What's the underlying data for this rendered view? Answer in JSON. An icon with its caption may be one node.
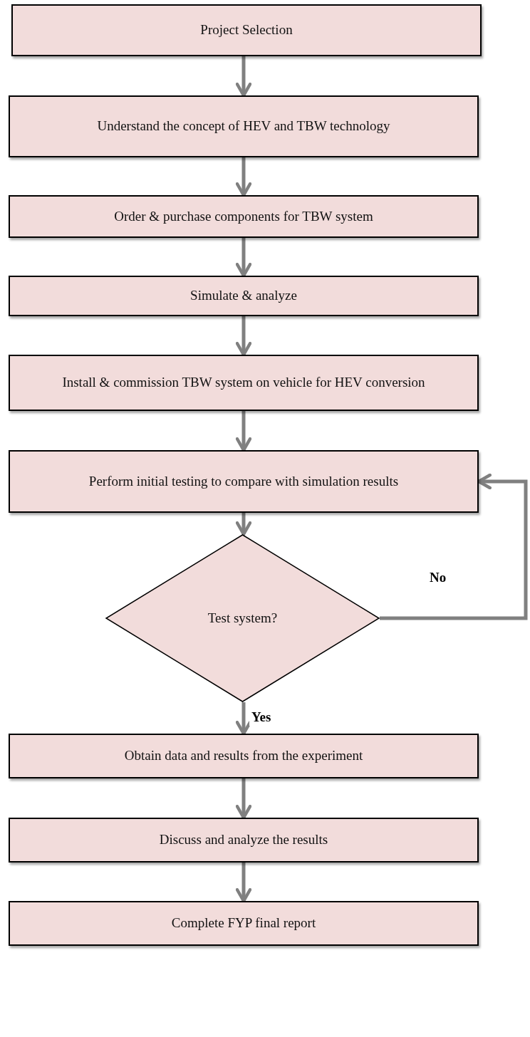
{
  "diagram": {
    "nodes": [
      {
        "text": [
          "Project Selection"
        ]
      },
      {
        "text": [
          "Understand the concept of HEV and TBW technology"
        ]
      },
      {
        "text": [
          "Order & purchase components for TBW system"
        ]
      },
      {
        "text": [
          "Simulate & analyze"
        ]
      },
      {
        "text": [
          "Install & commission TBW system on vehicle for HEV conversion"
        ]
      },
      {
        "text": [
          "Perform initial testing to compare with simulation results"
        ]
      },
      {
        "text": [
          "Test system?"
        ]
      },
      {
        "text": [
          "Obtain data and results from the experiment"
        ]
      },
      {
        "text": [
          "Discuss and analyze the results"
        ]
      },
      {
        "text": [
          "Complete FYP final report"
        ]
      }
    ],
    "edges": [
      {
        "from": 0,
        "to": 1,
        "arrow": "to"
      },
      {
        "from": 1,
        "to": 2,
        "arrow": "to"
      },
      {
        "from": 2,
        "to": 3,
        "arrow": "to"
      },
      {
        "from": 3,
        "to": 4,
        "arrow": "to"
      },
      {
        "from": 4,
        "to": 5,
        "arrow": "to"
      },
      {
        "from": 5,
        "to": 6,
        "arrow": "to"
      },
      {
        "from": 6,
        "to": 7,
        "arrow": "to",
        "label": "Yes"
      },
      {
        "from": 7,
        "to": 8,
        "arrow": "to"
      },
      {
        "from": 8,
        "to": 9,
        "arrow": "to"
      },
      {
        "from": 6,
        "to": 5,
        "arrow": "to",
        "label": "No"
      }
    ]
  }
}
